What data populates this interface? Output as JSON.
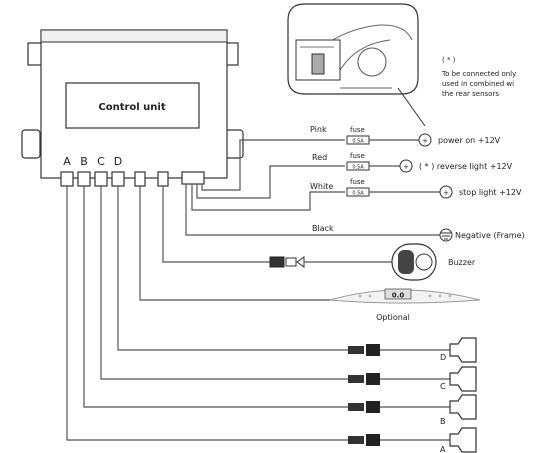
{
  "control_unit": {
    "label": "Control unit"
  },
  "ports": [
    "A",
    "B",
    "C",
    "D"
  ],
  "note": {
    "marker": "( * )",
    "line1": "To be connected only",
    "line2": "used in combined wi",
    "line3": "the rear sensors"
  },
  "wires": [
    {
      "color_name": "Pink",
      "fuse": "fuse",
      "fuse_value": "0.5A",
      "terminal": "power on +12V"
    },
    {
      "color_name": "Red",
      "fuse": "fuse",
      "fuse_value": "0.5A",
      "terminal": "( * ) reverse light +12V"
    },
    {
      "color_name": "White",
      "fuse": "fuse",
      "fuse_value": "0.5A",
      "terminal": "stop light +12V"
    },
    {
      "color_name": "Black",
      "terminal": "Negative (Frame)"
    }
  ],
  "buzzer": {
    "label": "Buzzer"
  },
  "display": {
    "label": "Optional",
    "digits": "0.0"
  },
  "sensors": [
    "D",
    "C",
    "B",
    "A"
  ]
}
